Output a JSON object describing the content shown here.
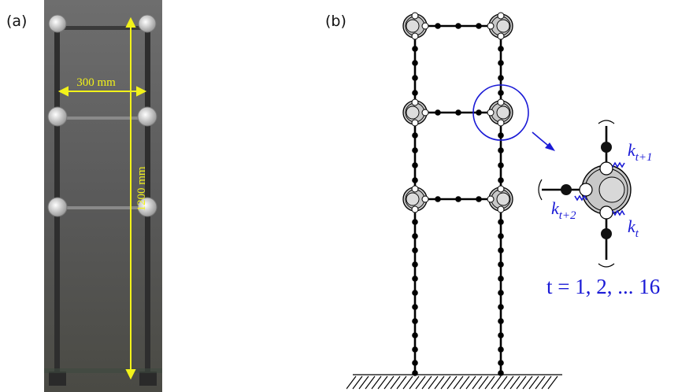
{
  "panels": {
    "a_label": "(a)",
    "b_label": "(b)"
  },
  "photo": {
    "width_label": "300 mm",
    "height_label": "1200 mm"
  },
  "diagram": {
    "spring_top": {
      "k": "k",
      "sub": "t+1"
    },
    "spring_left": {
      "k": "k",
      "sub": "t+2"
    },
    "spring_bottom": {
      "k": "k",
      "sub": "t"
    },
    "formula": "t = 1, 2, ... 16"
  },
  "colors": {
    "dimension": "#f2f21a",
    "callout": "#1a1ad6",
    "photo_bg": "#5b5b5b"
  }
}
